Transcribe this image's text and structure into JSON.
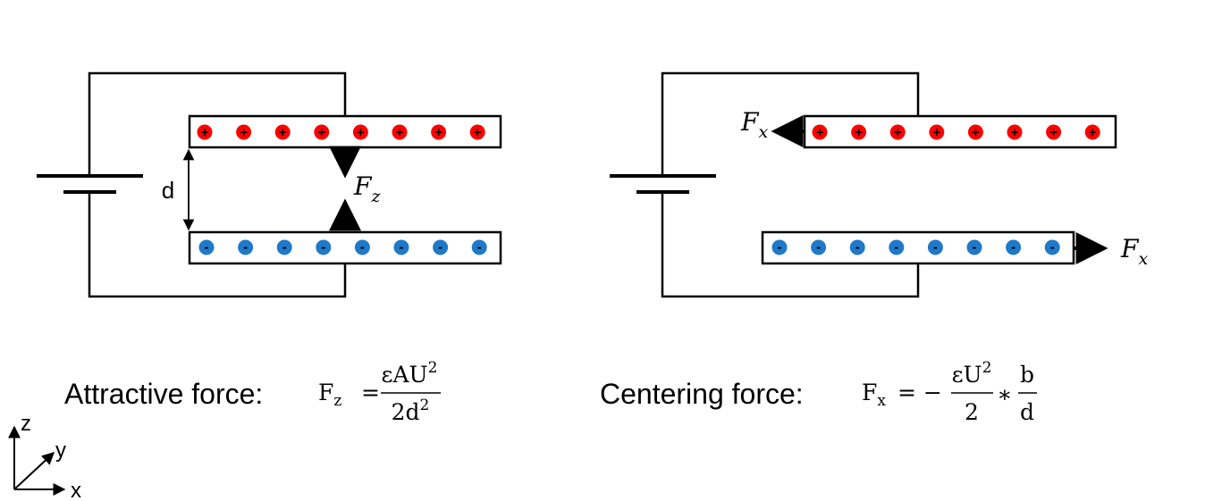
{
  "colors": {
    "positive": "#ff0000",
    "negative": "#1f78c8",
    "stroke": "#000000"
  },
  "left": {
    "gap_label": "d",
    "force_symbol": "F",
    "force_subscript": "z",
    "caption": "Attractive force:",
    "eq_lhs": "F",
    "eq_lhs_sub": "z",
    "eq_equals": "=",
    "eq_num_text": "εAU",
    "eq_num_exp": "2",
    "eq_den_text": "2d",
    "eq_den_exp": "2"
  },
  "right": {
    "force_symbol": "F",
    "force_subscript": "x",
    "caption": "Centering force:",
    "eq_lhs": "F",
    "eq_lhs_sub": "x",
    "eq_equals": "= −",
    "eq_frac1_num_text": "εU",
    "eq_frac1_num_exp": "2",
    "eq_frac1_den": "2",
    "eq_times": "∗",
    "eq_frac2_num": "b",
    "eq_frac2_den": "d"
  },
  "charges": {
    "positive_sign": "+",
    "negative_sign": "-",
    "per_plate": 8
  },
  "axes": {
    "z": "z",
    "y": "y",
    "x": "x"
  }
}
